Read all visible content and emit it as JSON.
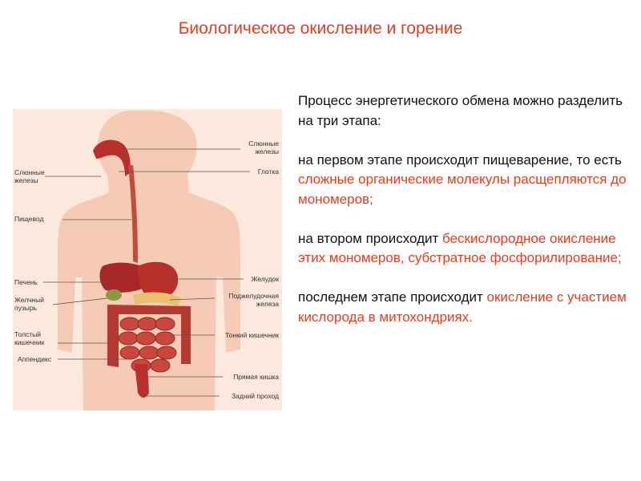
{
  "title": "Биологическое окисление и горение",
  "paragraphs": {
    "intro": "Процесс энергетического обмена можно разделить на три этапа:",
    "stage1_prefix": "на первом этапе происходит пищеварение, то есть ",
    "stage1_highlight": "сложные органические молекулы расщепляются до мономеров;",
    "stage2_prefix": "на втором происходит ",
    "stage2_highlight": "бескислородное окисление этих мономеров, субстратное фосфорилирование;",
    "stage3_prefix": "последнем этапе происходит ",
    "stage3_highlight": "окисление с участием кислорода в митохондриях."
  },
  "labels": {
    "left": {
      "salivary": "Слюнные железы",
      "esophagus": "Пищевод",
      "liver": "Печень",
      "gallbladder": "Желчный пузырь",
      "colon": "Толстый кишечник",
      "appendix": "Аппендикс"
    },
    "right": {
      "salivary": "Слюнные железы",
      "pharynx": "Глотка",
      "stomach": "Желудок",
      "pancreas": "Поджелудочная железа",
      "small_intestine": "Тонкий кишечник",
      "rectum": "Прямая кишка",
      "anus": "Задний проход"
    }
  },
  "colors": {
    "accent": "#e53d1e",
    "body_silhouette": "#f6cbb6",
    "organ": "#b8302c"
  }
}
